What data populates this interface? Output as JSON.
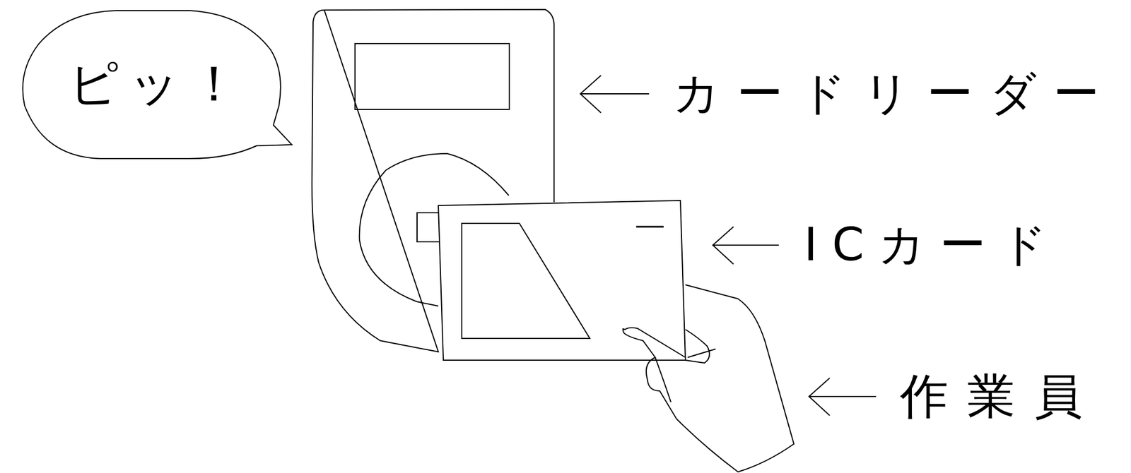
{
  "diagram": {
    "nodes": [
      {
        "text": [
          "ピッ！"
        ]
      }
    ],
    "labels": [
      "カードリーダー",
      "ICカード",
      "作業員"
    ]
  }
}
